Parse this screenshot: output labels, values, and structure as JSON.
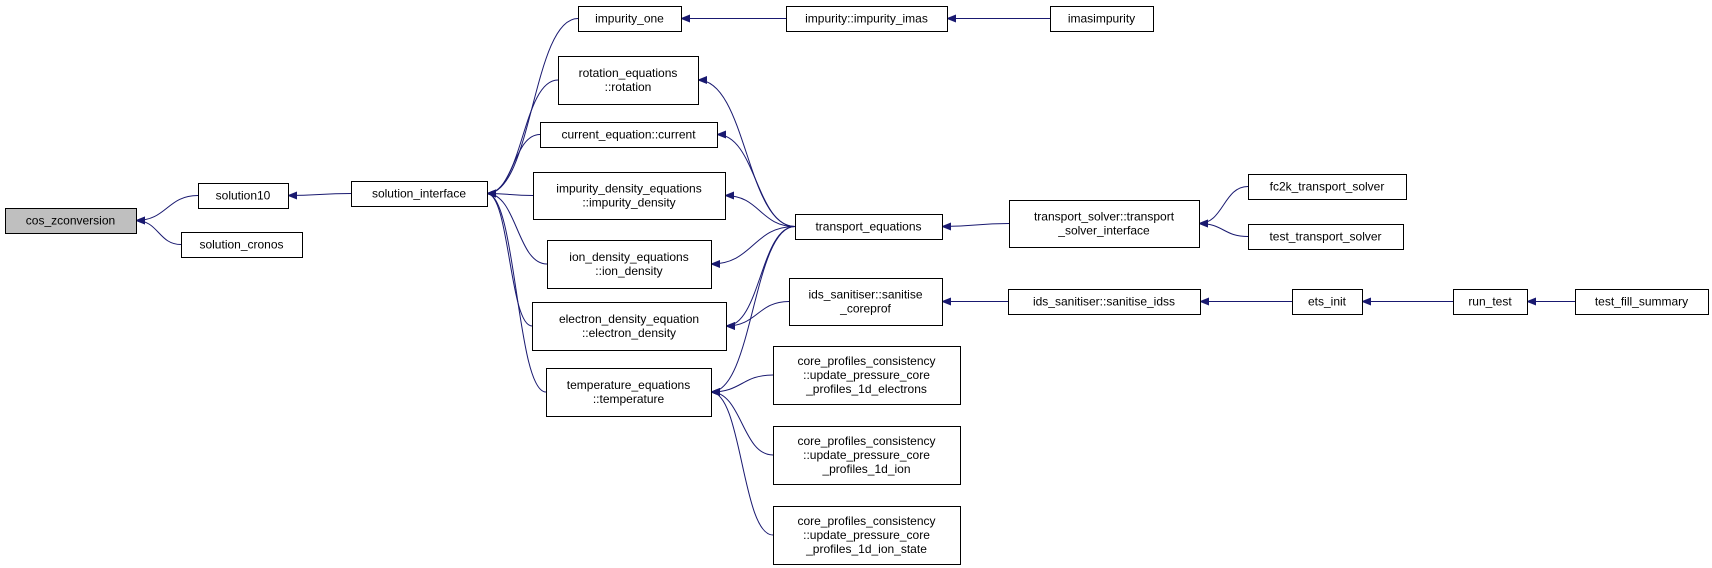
{
  "colors": {
    "edge": "#191970",
    "root_fill": "#bfbfbf",
    "node_fill": "#ffffff",
    "border": "#000000"
  },
  "nodes": [
    {
      "id": "cos_zconversion",
      "lines": [
        "cos_zconversion"
      ],
      "root": true
    },
    {
      "id": "solution10",
      "lines": [
        "solution10"
      ]
    },
    {
      "id": "solution_cronos",
      "lines": [
        "solution_cronos"
      ]
    },
    {
      "id": "solution_interface",
      "lines": [
        "solution_interface"
      ]
    },
    {
      "id": "impurity_one",
      "lines": [
        "impurity_one"
      ]
    },
    {
      "id": "impurity_imas",
      "lines": [
        "impurity::impurity_imas"
      ]
    },
    {
      "id": "imasimpurity",
      "lines": [
        "imasimpurity"
      ]
    },
    {
      "id": "rotation",
      "lines": [
        "rotation_equations",
        "::rotation"
      ]
    },
    {
      "id": "current",
      "lines": [
        "current_equation::current"
      ]
    },
    {
      "id": "impurity_density",
      "lines": [
        "impurity_density_equations",
        "::impurity_density"
      ]
    },
    {
      "id": "ion_density",
      "lines": [
        "ion_density_equations",
        "::ion_density"
      ]
    },
    {
      "id": "electron_density",
      "lines": [
        "electron_density_equation",
        "::electron_density"
      ]
    },
    {
      "id": "temperature",
      "lines": [
        "temperature_equations",
        "::temperature"
      ]
    },
    {
      "id": "transport_equations",
      "lines": [
        "transport_equations"
      ]
    },
    {
      "id": "transport_solver_interface",
      "lines": [
        "transport_solver::transport",
        "_solver_interface"
      ]
    },
    {
      "id": "fc2k_transport_solver",
      "lines": [
        "fc2k_transport_solver"
      ]
    },
    {
      "id": "test_transport_solver",
      "lines": [
        "test_transport_solver"
      ]
    },
    {
      "id": "sanitise_coreprof",
      "lines": [
        "ids_sanitiser::sanitise",
        "_coreprof"
      ]
    },
    {
      "id": "sanitise_idss",
      "lines": [
        "ids_sanitiser::sanitise_idss"
      ]
    },
    {
      "id": "ets_init",
      "lines": [
        "ets_init"
      ]
    },
    {
      "id": "run_test",
      "lines": [
        "run_test"
      ]
    },
    {
      "id": "test_fill_summary",
      "lines": [
        "test_fill_summary"
      ]
    },
    {
      "id": "upd_electrons",
      "lines": [
        "core_profiles_consistency",
        "::update_pressure_core",
        "_profiles_1d_electrons"
      ]
    },
    {
      "id": "upd_ion",
      "lines": [
        "core_profiles_consistency",
        "::update_pressure_core",
        "_profiles_1d_ion"
      ]
    },
    {
      "id": "upd_ion_state",
      "lines": [
        "core_profiles_consistency",
        "::update_pressure_core",
        "_profiles_1d_ion_state"
      ]
    }
  ],
  "edges": [
    {
      "from": "solution10",
      "to": "cos_zconversion"
    },
    {
      "from": "solution_cronos",
      "to": "cos_zconversion"
    },
    {
      "from": "solution_interface",
      "to": "solution10"
    },
    {
      "from": "impurity_one",
      "to": "solution_interface"
    },
    {
      "from": "rotation",
      "to": "solution_interface"
    },
    {
      "from": "current",
      "to": "solution_interface"
    },
    {
      "from": "impurity_density",
      "to": "solution_interface"
    },
    {
      "from": "ion_density",
      "to": "solution_interface"
    },
    {
      "from": "electron_density",
      "to": "solution_interface"
    },
    {
      "from": "temperature",
      "to": "solution_interface"
    },
    {
      "from": "impurity_imas",
      "to": "impurity_one"
    },
    {
      "from": "imasimpurity",
      "to": "impurity_imas"
    },
    {
      "from": "transport_equations",
      "to": "rotation"
    },
    {
      "from": "transport_equations",
      "to": "current"
    },
    {
      "from": "transport_equations",
      "to": "impurity_density"
    },
    {
      "from": "transport_equations",
      "to": "ion_density"
    },
    {
      "from": "transport_equations",
      "to": "electron_density"
    },
    {
      "from": "transport_equations",
      "to": "temperature"
    },
    {
      "from": "transport_solver_interface",
      "to": "transport_equations"
    },
    {
      "from": "fc2k_transport_solver",
      "to": "transport_solver_interface"
    },
    {
      "from": "test_transport_solver",
      "to": "transport_solver_interface"
    },
    {
      "from": "sanitise_coreprof",
      "to": "electron_density"
    },
    {
      "from": "sanitise_idss",
      "to": "sanitise_coreprof"
    },
    {
      "from": "ets_init",
      "to": "sanitise_idss"
    },
    {
      "from": "run_test",
      "to": "ets_init"
    },
    {
      "from": "test_fill_summary",
      "to": "run_test"
    },
    {
      "from": "upd_electrons",
      "to": "temperature"
    },
    {
      "from": "upd_ion",
      "to": "temperature"
    },
    {
      "from": "upd_ion_state",
      "to": "temperature"
    }
  ]
}
